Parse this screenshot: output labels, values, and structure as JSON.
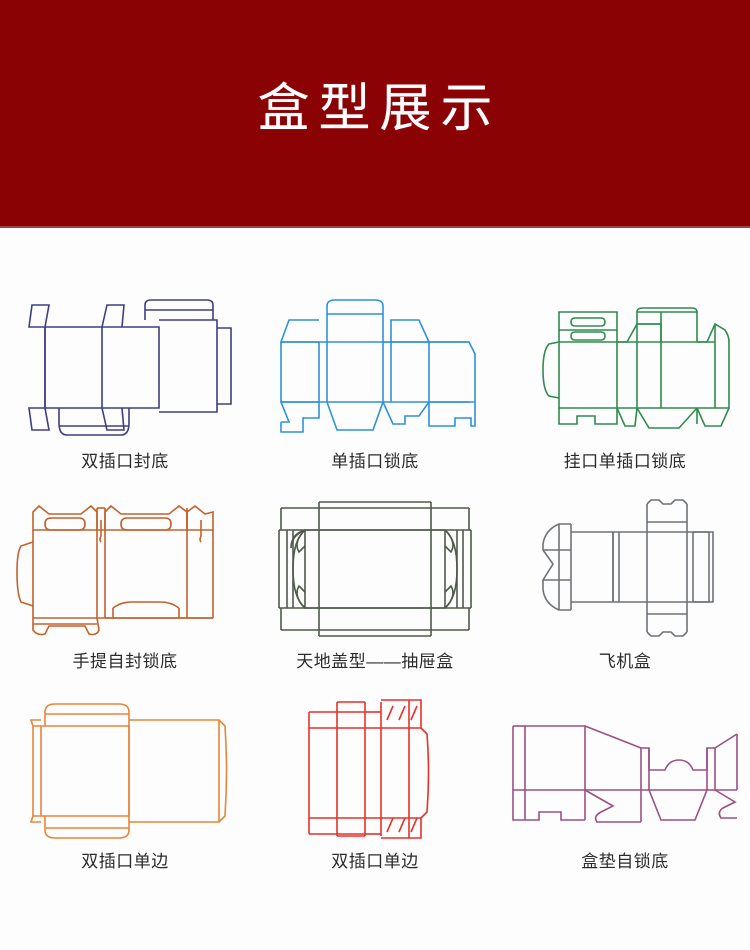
{
  "header": {
    "title": "盒型展示",
    "background_color": "#8b0204",
    "title_color": "#ffffff",
    "rule_color": "#a4423d"
  },
  "page": {
    "background_color": "#fdfdfd",
    "caption_color": "#2b2b2b"
  },
  "gallery": {
    "columns": 3,
    "rows": 3,
    "items": [
      {
        "id": "box-1",
        "label": "双插口封底",
        "color": "#3f3f82",
        "style_name": "double-tuck-sealed-bottom-dieline"
      },
      {
        "id": "box-2",
        "label": "单插口锁底",
        "color": "#2f92d8",
        "style_name": "single-tuck-lock-bottom-dieline"
      },
      {
        "id": "box-3",
        "label": "挂口单插口锁底",
        "color": "#2f8c4e",
        "style_name": "hang-hole-single-tuck-lock-bottom-dieline"
      },
      {
        "id": "box-4",
        "label": "手提自封锁底",
        "color": "#c4612c",
        "style_name": "handle-self-lock-bottom-dieline"
      },
      {
        "id": "box-5",
        "label": "天地盖型——抽屉盒",
        "color": "#4e5a4a",
        "style_name": "lid-and-base-drawer-box-dieline"
      },
      {
        "id": "box-6",
        "label": "飞机盒",
        "color": "#6f7377",
        "style_name": "airplane-mailer-box-dieline"
      },
      {
        "id": "box-7",
        "label": "双插口单边",
        "color": "#e8853a",
        "style_name": "double-tuck-single-side-dieline"
      },
      {
        "id": "box-8",
        "label": "双插口单边",
        "color": "#e8312a",
        "style_name": "double-tuck-single-side-glued-dieline"
      },
      {
        "id": "box-9",
        "label": "盒垫自锁底",
        "color": "#9d4f84",
        "style_name": "insert-pad-self-lock-bottom-dieline"
      }
    ]
  }
}
